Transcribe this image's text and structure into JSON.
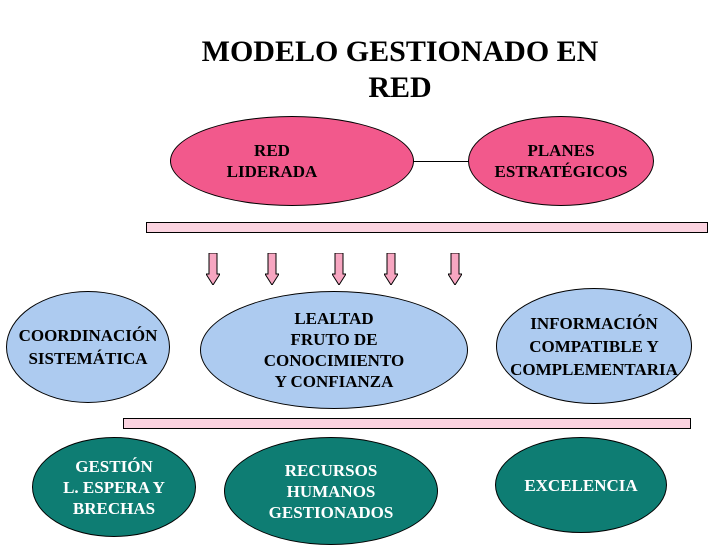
{
  "title": {
    "line1": "MODELO GESTIONADO EN",
    "line2": "RED"
  },
  "top_nodes": {
    "red_liderada": [
      "RED",
      "LIDERADA"
    ],
    "planes": [
      "PLANES",
      "ESTRATÉGICOS"
    ]
  },
  "middle_nodes": {
    "coordinacion": [
      "COORDINACIÓN",
      "SISTEMÁTICA"
    ],
    "lealtad": [
      "LEALTAD",
      "FRUTO DE",
      "CONOCIMIENTO",
      "Y CONFIANZA"
    ],
    "informacion": [
      "INFORMACIÓN",
      "COMPATIBLE Y",
      "COMPLEMENTARIA"
    ]
  },
  "bottom_nodes": {
    "gestion": [
      "GESTIÓN",
      "L. ESPERA Y",
      "BRECHAS"
    ],
    "recursos": [
      "RECURSOS",
      "HUMANOS",
      "GESTIONADOS"
    ],
    "excelencia": [
      "EXCELENCIA"
    ]
  },
  "colors": {
    "top": "#f2598c",
    "middle": "#adcbf0",
    "bottom": "#0e7d73",
    "bar": "#fbd3e0",
    "arrow": "#f7a6c1"
  }
}
